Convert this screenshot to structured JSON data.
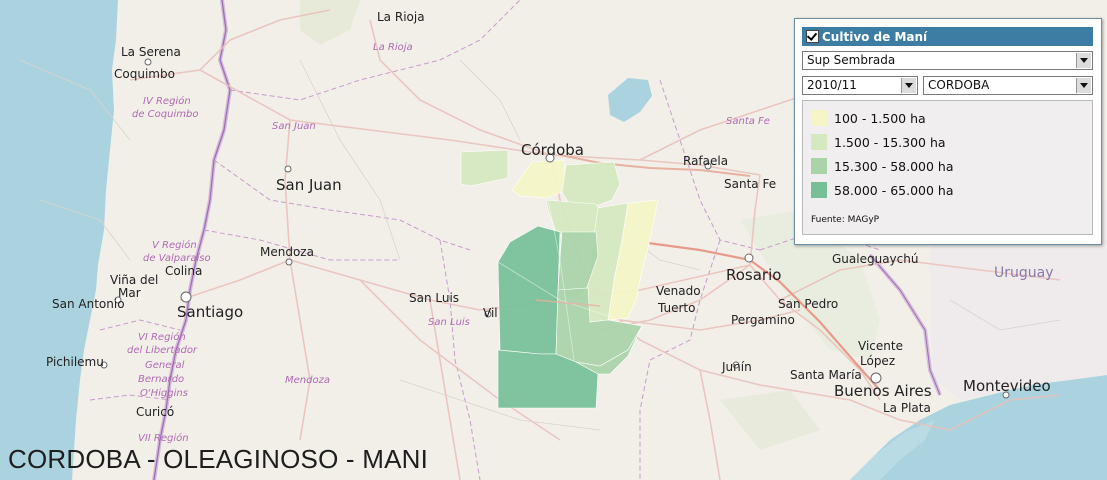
{
  "map": {
    "title": "CORDOBA - OLEAGINOSO - MANI",
    "labels": {
      "la_rioja_city": "La Rioja",
      "la_rioja_prov": "La Rioja",
      "la_serena": "La Serena",
      "coquimbo": "Coquimbo",
      "iv_region": "IV Región",
      "de_coquimbo": "de Coquimbo",
      "san_juan_prov": "San Juan",
      "san_juan_city": "San Juan",
      "cordoba_city": "Córdoba",
      "rafaela": "Rafaela",
      "santa_fe_prov": "Santa Fe",
      "santa_fe_city": "Santa Fe",
      "v_region": "V Región",
      "de_valparaiso": "de Valparaíso",
      "vina_del": "Viña del",
      "colina": "Colina",
      "mar": "Mar",
      "santiago": "Santiago",
      "san_antonio": "San Antonio",
      "mendoza_city": "Mendoza",
      "san_luis_city": "San Luis",
      "san_luis_prov": "San Luis",
      "vil": "Vil",
      "venado": "Venado",
      "tuerto": "Tuerto",
      "rosario": "Rosario",
      "gualeguaychu": "Gualeguaychú",
      "uruguay": "Uruguay",
      "san_pedro": "San Pedro",
      "pergamino": "Pergamino",
      "vi_region": "VI Región",
      "del_libertador": "del Libertador",
      "general": "General",
      "bernardo": "Bernardo",
      "ohiggins": "O'Higgins",
      "pichilemu": "Pichilemu",
      "curico": "Curicó",
      "vii_region": "VII Región",
      "mendoza_prov": "Mendoza",
      "junin": "Junín",
      "vicente": "Vicente",
      "lopez": "López",
      "santa_maria": "Santa María",
      "buenos_aires": "Buenos Aires",
      "la_plata": "La Plata",
      "montevideo": "Montevideo"
    }
  },
  "panel": {
    "layer_title": "Cultivo de Maní",
    "variable_select": "Sup Sembrada",
    "season_select": "2010/11",
    "province_select": "CORDOBA",
    "source": "Fuente: MAGyP",
    "legend": [
      {
        "label": "100 - 1.500 ha",
        "color": "#f5f5c7"
      },
      {
        "label": "1.500 - 15.300 ha",
        "color": "#d5e8bf"
      },
      {
        "label": "15.300 - 58.000 ha",
        "color": "#a9d3a9"
      },
      {
        "label": "58.000 - 65.000 ha",
        "color": "#76bf98"
      }
    ]
  },
  "colors": {
    "choropleth_class1": "#f5f5c7",
    "choropleth_class2": "#d5e8bf",
    "choropleth_class3": "#a9d3a9",
    "choropleth_class4": "#76bf98",
    "panel_header": "#3d7da3",
    "region_label": "#b06ab3"
  }
}
